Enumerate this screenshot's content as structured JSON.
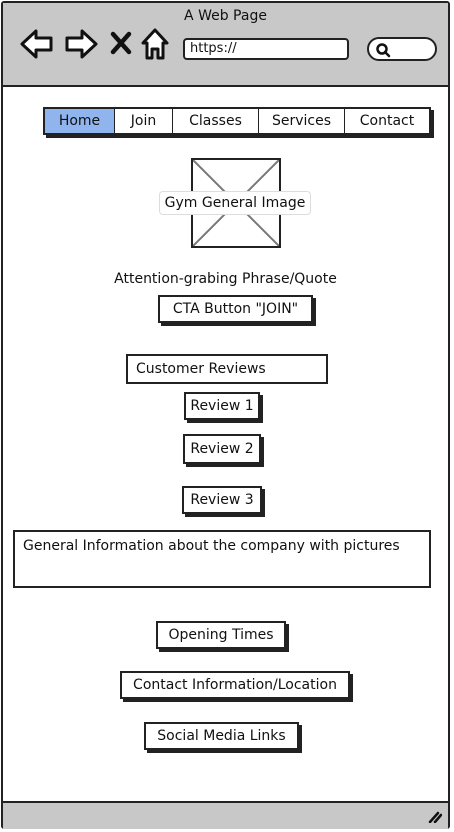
{
  "window": {
    "title": "A Web Page"
  },
  "browser": {
    "url": "https://",
    "icons": [
      "back-arrow-icon",
      "forward-arrow-icon",
      "close-x-icon",
      "home-icon",
      "search-icon"
    ]
  },
  "nav": {
    "tabs": [
      "Home",
      "Join",
      "Classes",
      "Services",
      "Contact"
    ],
    "active": "Home",
    "active_color": "#8fb4ee"
  },
  "hero": {
    "image_label": "Gym General Image",
    "phrase": "Attention-grabing Phrase/Quote",
    "cta_label": "CTA Button \"JOIN\""
  },
  "reviews": {
    "header": "Customer Reviews",
    "items": [
      "Review 1",
      "Review 2",
      "Review 3"
    ]
  },
  "info": {
    "text": "General Information about the company with pictures"
  },
  "footer_links": {
    "opening_times": "Opening Times",
    "contact": "Contact Information/Location",
    "social": "Social Media Links"
  }
}
